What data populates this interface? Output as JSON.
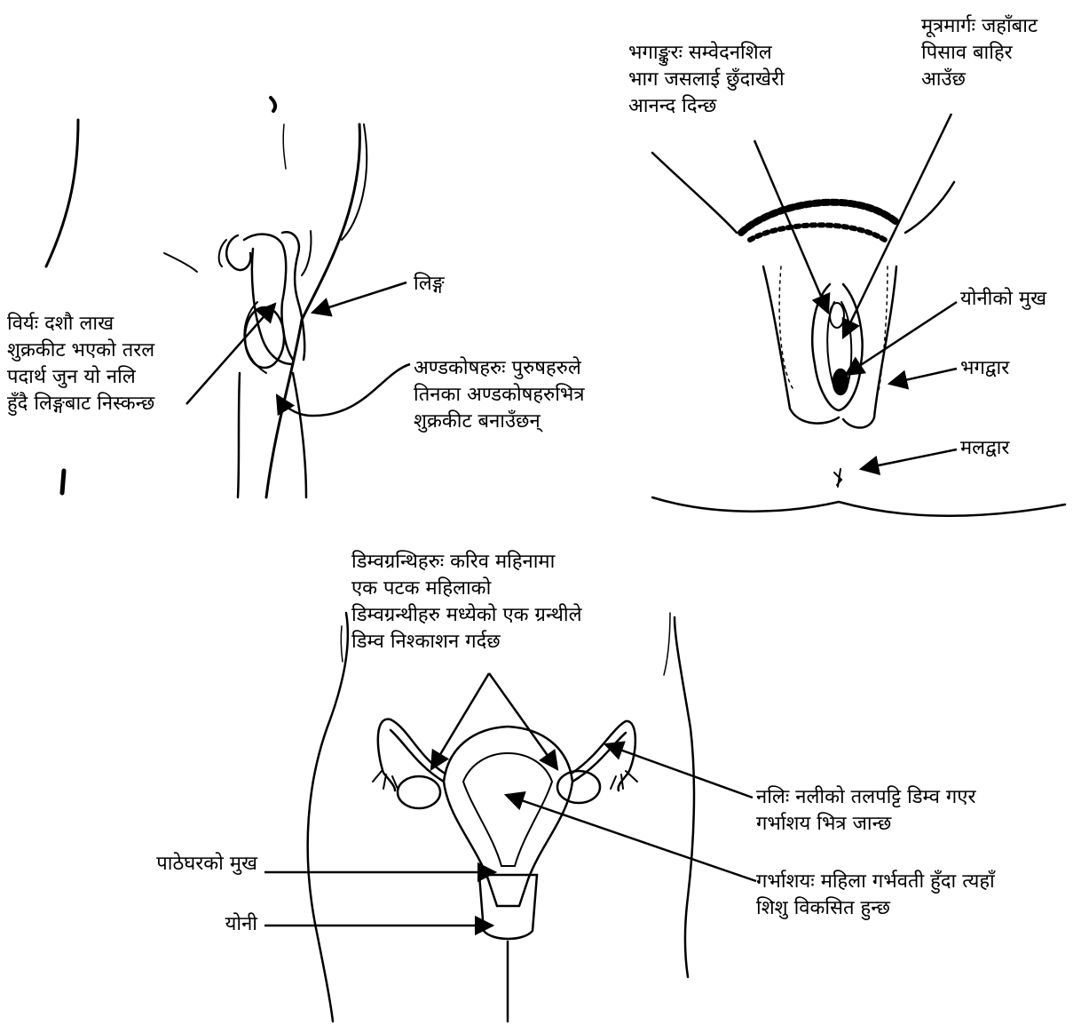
{
  "male": {
    "penis_label": "लिङ्ग",
    "semen_label": [
      "विर्यः दशौ लाख",
      "शुक्रकीट भएको तरल",
      "पदार्थ जुन यो नलि",
      "हुँदै लिङ्गबाट निस्कन्छ"
    ],
    "testes_label": [
      "अण्डकोषहरुः पुरुषहरुले",
      "तिनका अण्डकोषहरुभित्र",
      "शुक्रकीट बनाउँछन्"
    ]
  },
  "female_external": {
    "clitoris_label": [
      "भगाङ्कुरः सम्वेदनशिल",
      "भाग जसलाई छुँदाखेरी",
      "आनन्द दिन्छ"
    ],
    "urethra_label": [
      "मूत्रमार्गः जहाँबाट",
      "पिसाव बाहिर",
      "आउँछ"
    ],
    "vaginal_opening_label": "योनीको मुख",
    "vulva_label": "भगद्वार",
    "anus_label": "मलद्वार"
  },
  "female_internal": {
    "ovaries_label": [
      "डिम्वग्रन्थिहरुः करिव महिनामा",
      "एक पटक महिलाको",
      "डिम्वग्रन्थीहरु मध्येको एक ग्रन्थीले",
      "डिम्व निश्काशन गर्दछ"
    ],
    "tube_label": [
      "नलिः नलीको तलपट्टि डिम्व गएर",
      "गर्भाशय भित्र जान्छ"
    ],
    "uterus_label": [
      "गर्भाशयः महिला गर्भवती हुँदा त्यहाँ",
      "शिशु विकसित हुन्छ"
    ],
    "cervix_label": "पाठेघरको मुख",
    "vagina_label": "योनी"
  }
}
